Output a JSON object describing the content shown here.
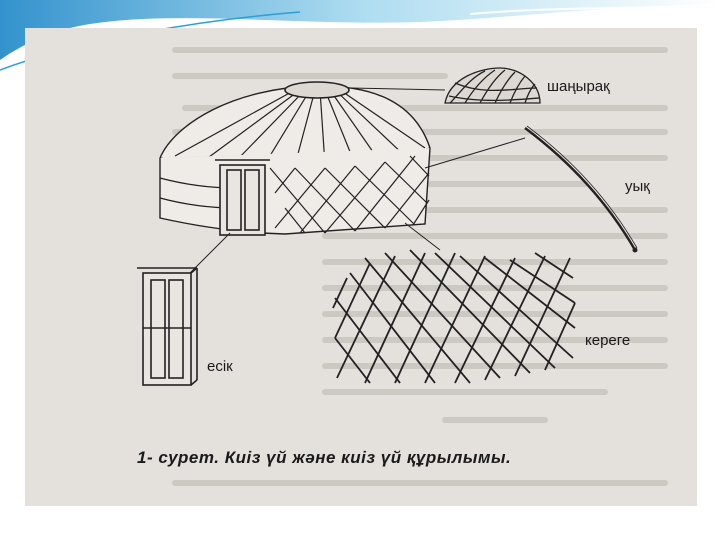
{
  "labels": {
    "shanyrak": "шаңырақ",
    "uyk": "уық",
    "kerege": "кереге",
    "esik": "есік"
  },
  "caption": "1- сурет.   Киіз үй және киіз үй құрылымы.",
  "colors": {
    "slide_accent": "#2a9fd8",
    "paper": "#e4e1dc",
    "ink": "#1a1a1a"
  }
}
